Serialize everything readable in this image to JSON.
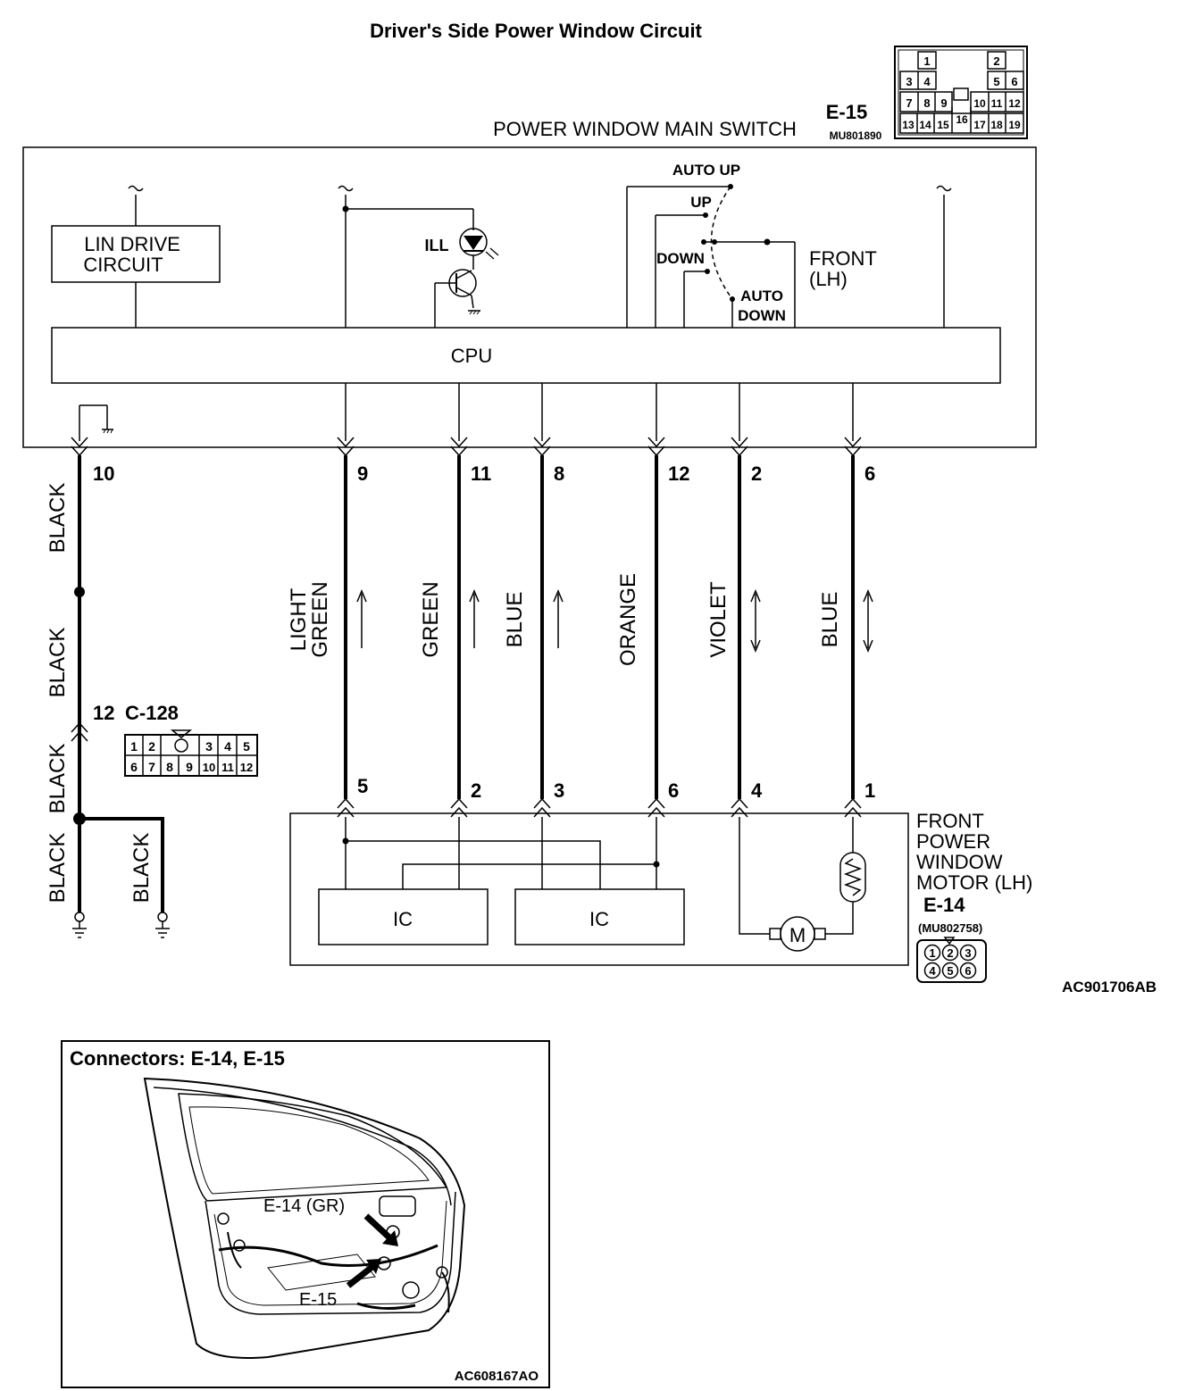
{
  "title": "Driver's Side Power Window Circuit",
  "switch": {
    "name": "POWER WINDOW MAIN SWITCH",
    "connector_id": "E-15",
    "part_no": "MU801890",
    "pins": [
      "1",
      "2",
      "3",
      "4",
      "5",
      "6",
      "7",
      "8",
      "9",
      "10",
      "11",
      "12",
      "13",
      "14",
      "15",
      "16",
      "17",
      "18",
      "19"
    ]
  },
  "internal": {
    "lin_drive_line1": "LIN DRIVE",
    "lin_drive_line2": "CIRCUIT",
    "cpu": "CPU",
    "ill": "ILL",
    "auto_up": "AUTO UP",
    "up": "UP",
    "down": "DOWN",
    "auto_down_line1": "AUTO",
    "auto_down_line2": "DOWN",
    "front_lh_line1": "FRONT",
    "front_lh_line2": "(LH)"
  },
  "top_pins": [
    "10",
    "9",
    "11",
    "8",
    "12",
    "2",
    "6"
  ],
  "bottom_pins": [
    "5",
    "2",
    "3",
    "6",
    "4",
    "1"
  ],
  "wire_colors": {
    "ground_1": "BLACK",
    "ground_2": "BLACK",
    "ground_3": "BLACK",
    "ground_4": "BLACK",
    "ground_branch": "BLACK",
    "pin9_line1": "LIGHT",
    "pin9_line2": "GREEN",
    "pin11": "GREEN",
    "pin8": "BLUE",
    "pin12": "ORANGE",
    "pin2": "VIOLET",
    "pin6": "BLUE"
  },
  "c128": {
    "pin": "12",
    "id": "C-128",
    "row1": [
      "1",
      "2",
      "3",
      "4",
      "5"
    ],
    "row2": [
      "6",
      "7",
      "8",
      "9",
      "10",
      "11",
      "12"
    ]
  },
  "motor": {
    "line1": "FRONT",
    "line2": "POWER",
    "line3": "WINDOW",
    "line4": "MOTOR (LH)",
    "connector_id": "E-14",
    "part_no": "(MU802758)",
    "pins": [
      "1",
      "2",
      "3",
      "4",
      "5",
      "6"
    ],
    "ic1": "IC",
    "ic2": "IC",
    "motor_symbol": "M"
  },
  "figure_code_1": "AC901706AB",
  "location": {
    "title": "Connectors: E-14, E-15",
    "label_e14": "E-14 (GR)",
    "label_e15": "E-15",
    "figure_code": "AC608167AO"
  }
}
